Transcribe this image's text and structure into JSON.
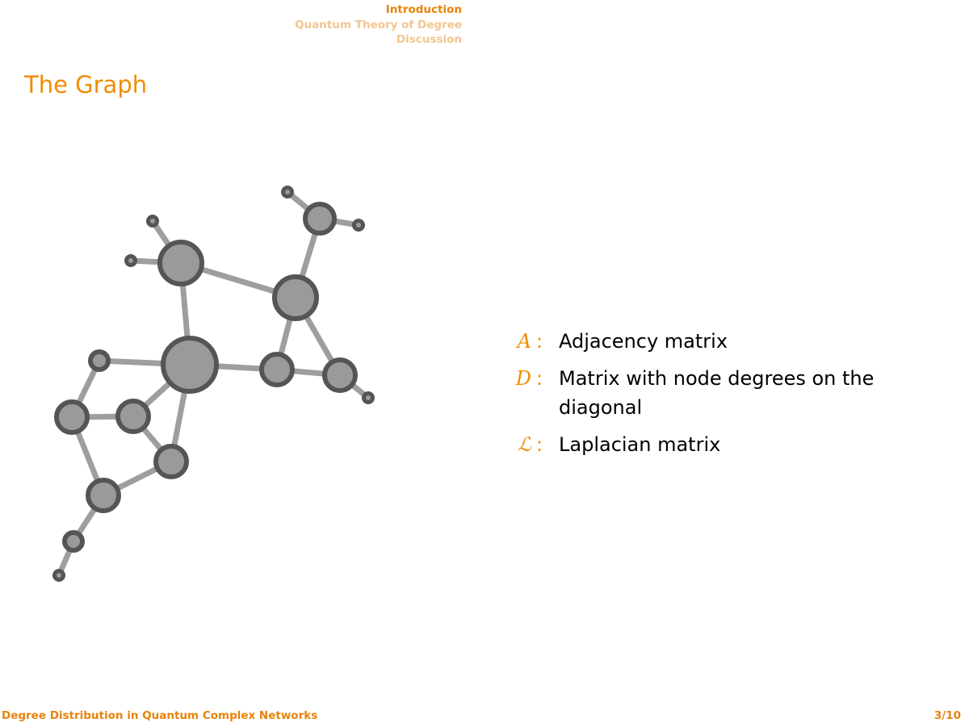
{
  "nav": {
    "sections": [
      {
        "label": "Introduction",
        "active": true
      },
      {
        "label": "Quantum Theory of Degree",
        "active": false
      },
      {
        "label": "Discussion",
        "active": false
      }
    ]
  },
  "slide": {
    "title": "The Graph"
  },
  "definitions": [
    {
      "symbol": "A",
      "separator": ":",
      "text": "Adjacency matrix"
    },
    {
      "symbol": "D",
      "separator": ":",
      "text": "Matrix with node degrees on the diagonal"
    },
    {
      "symbol": "ℒ",
      "separator": ":",
      "text": "Laplacian matrix"
    }
  ],
  "footer": {
    "title": "Degree Distribution in Quantum Complex Networks",
    "page": "3/10"
  },
  "colors": {
    "accent": "#f08c00",
    "accent_light": "#f3c58f",
    "node_fill": "#9a9a9a",
    "node_stroke": "#555555",
    "edge": "#9e9e9e"
  }
}
